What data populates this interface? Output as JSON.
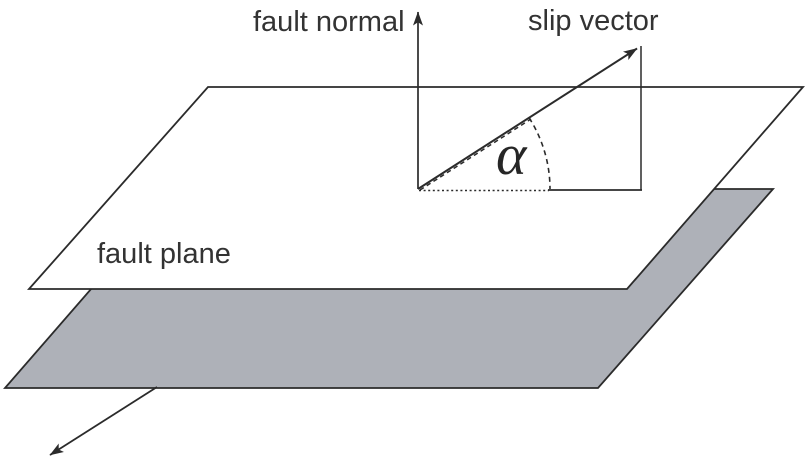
{
  "figure": {
    "type": "fault-slip-geometry-diagram",
    "labels": {
      "fault_normal": "fault normal",
      "slip_vector": "slip vector",
      "fault_plane": "fault plane",
      "angle_symbol": "α"
    },
    "colors": {
      "line": "#2b2b2b",
      "text": "#333333",
      "upper_plane_fill": "#ffffff",
      "lower_plane_fill": "#aeb1b8",
      "background": "#ffffff"
    }
  }
}
